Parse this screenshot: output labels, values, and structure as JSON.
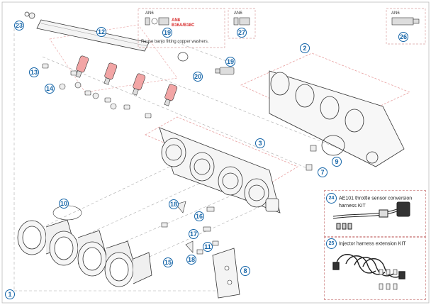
{
  "callouts": {
    "c1": "1",
    "c2": "2",
    "c3": "3",
    "c7": "7",
    "c8": "8",
    "c9": "9",
    "c10": "10",
    "c11": "11",
    "c12": "12",
    "c13": "13",
    "c14": "14",
    "c15": "15",
    "c16": "16",
    "c17": "17",
    "c18a": "18",
    "c18b": "18",
    "c19a": "19",
    "c19b": "19",
    "c20": "20",
    "c23": "23",
    "c26": "26",
    "c27": "27"
  },
  "inset_an6": {
    "label_left": "AN6",
    "label_mid": "AN6",
    "label_right": "AN6",
    "red_line1": "AN8",
    "red_line2": "B16A/B18C",
    "note": "Reuse banjo fitting copper washers."
  },
  "kits": {
    "k24_number": "24",
    "k24_title_line1": "AE101 throttle sensor conversion",
    "k24_title_line2": "harness KIT",
    "k25_number": "25",
    "k25_title": "Injector harness extension KIT"
  },
  "colors": {
    "callout": "#1565a8",
    "red_line": "#d62828",
    "injector": "#f2a5a5",
    "outline": "#333333"
  }
}
